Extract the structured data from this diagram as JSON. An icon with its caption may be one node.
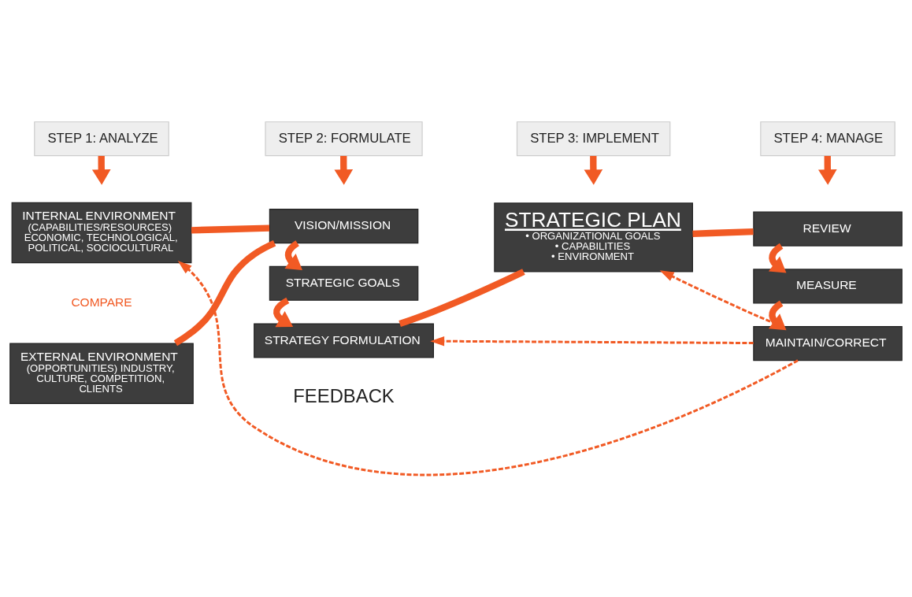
{
  "diagram": {
    "nodes": [
      {
        "text": [
          "STEP 1: ANALYZE"
        ]
      },
      {
        "text": [
          "STEP 2: FORMULATE"
        ]
      },
      {
        "text": [
          "STEP 3: IMPLEMENT"
        ]
      },
      {
        "text": [
          "STEP 4: MANAGE"
        ]
      },
      {
        "text": [
          "INTERNAL ENVIRONMENT",
          "(CAPABILITIES/RESOURCES) ECONOMIC, TECHNOLOGICAL, POLITICAL, SOCIOCULTURAL"
        ]
      },
      {
        "text": [
          "EXTERNAL ENVIRONMENT",
          "(OPPORTUNITIES) INDUSTRY, CULTURE, COMPETITION, CLIENTS"
        ]
      },
      {
        "text": [
          "VISION/MISSION"
        ]
      },
      {
        "text": [
          "STRATEGIC GOALS"
        ]
      },
      {
        "text": [
          "STRATEGY FORMULATION"
        ]
      },
      {
        "text": [
          "STRATEGIC PLAN",
          "• ORGANIZATIONAL GOALS",
          "• CAPABILITIES",
          "• ENVIRONMENT"
        ]
      },
      {
        "text": [
          "REVIEW"
        ]
      },
      {
        "text": [
          "MEASURE"
        ]
      },
      {
        "text": [
          "MAINTAIN/CORRECT"
        ]
      }
    ],
    "edges": [
      {
        "from": 0,
        "to": null,
        "arrow": "to"
      },
      {
        "from": 1,
        "to": null,
        "arrow": "to"
      },
      {
        "from": 2,
        "to": null,
        "arrow": "to"
      },
      {
        "from": 3,
        "to": null,
        "arrow": "to"
      },
      {
        "from": 4,
        "to": 6,
        "arrow": "none"
      },
      {
        "from": 5,
        "to": 6,
        "arrow": "none"
      },
      {
        "from": 6,
        "to": 7,
        "arrow": "to"
      },
      {
        "from": 7,
        "to": 8,
        "arrow": "to"
      },
      {
        "from": 8,
        "to": 9,
        "arrow": "none"
      },
      {
        "from": 9,
        "to": 10,
        "arrow": "none"
      },
      {
        "from": 10,
        "to": 11,
        "arrow": "to"
      },
      {
        "from": 11,
        "to": 12,
        "arrow": "to"
      },
      {
        "from": 12,
        "to": 4,
        "arrow": "to",
        "style": "dashed"
      },
      {
        "from": 12,
        "to": 8,
        "arrow": "to",
        "style": "dashed"
      },
      {
        "from": 12,
        "to": 9,
        "arrow": "to",
        "style": "dashed"
      }
    ],
    "labels": [
      "COMPARE",
      "FEEDBACK"
    ]
  }
}
